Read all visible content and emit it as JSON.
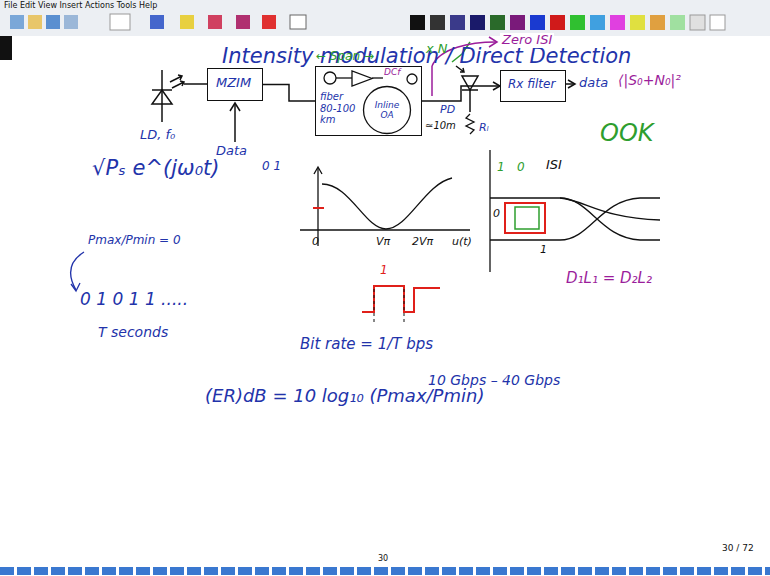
{
  "diagram": {
    "title": "Intensity modulation / Direct Detection",
    "nodes": [
      {
        "text": [
          "MZIM"
        ]
      },
      {
        "text": [
          "fiber 80-100 km"
        ]
      },
      {
        "text": [
          "Inline OA"
        ],
        "in": 1
      },
      {
        "text": [
          "Rx filter"
        ]
      }
    ],
    "edges": [
      {
        "from": 0,
        "to": 1,
        "arrow": "none"
      },
      {
        "from": 1,
        "to": 3,
        "arrow": "to"
      }
    ],
    "labels": [
      "File  Edit  View  Insert  Actions  Tools  Help",
      "← Span →",
      "x N",
      "Zero ISI",
      "LD, f₀",
      "Data",
      "0 1",
      "≃10m",
      "DCf",
      "PD",
      "Rₗ",
      "data",
      "⟨|S₀+N₀|²",
      "OOK",
      "√Pₛ e^(jω₀t)",
      "Pmax/Pmin = 0",
      "0",
      "Vπ",
      "2Vπ",
      "u(t)",
      "1",
      "0",
      "ISI",
      "0",
      "1",
      "D₁L₁ = D₂L₂",
      "0 1 0 1 1 .....",
      "1",
      "T seconds",
      "Bit rate = 1/T bps",
      "(ER)dB = 10 log₁₀ (Pmax/Pmin)",
      "10 Gbps – 40 Gbps",
      "30 / 72",
      "30"
    ]
  }
}
